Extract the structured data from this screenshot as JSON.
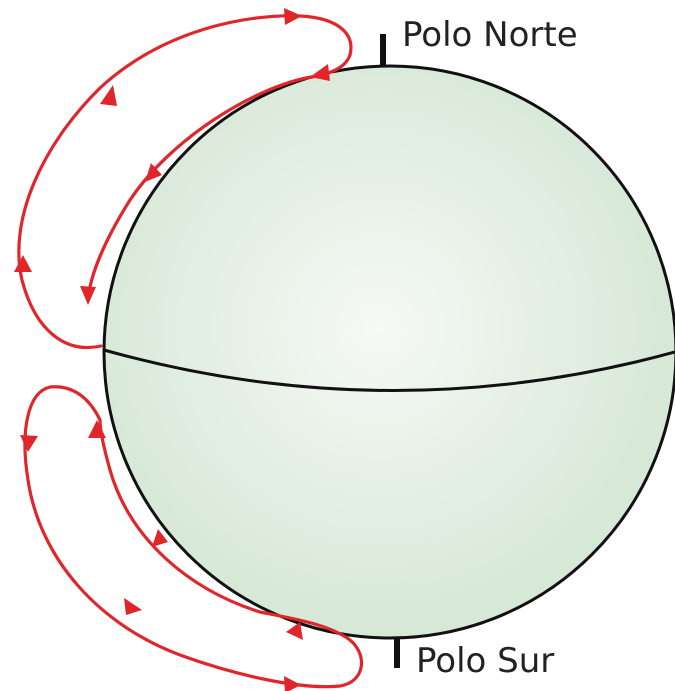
{
  "labels": {
    "north_pole": "Polo Norte",
    "south_pole": "Polo Sur"
  },
  "colors": {
    "sphere_center": "#f6f9f6",
    "sphere_edge": "#d3e6d3",
    "outline": "#111111",
    "circulation": "#e0262b",
    "text": "#222222"
  },
  "icons": {
    "circulation_arrows": "red-arrowhead"
  }
}
